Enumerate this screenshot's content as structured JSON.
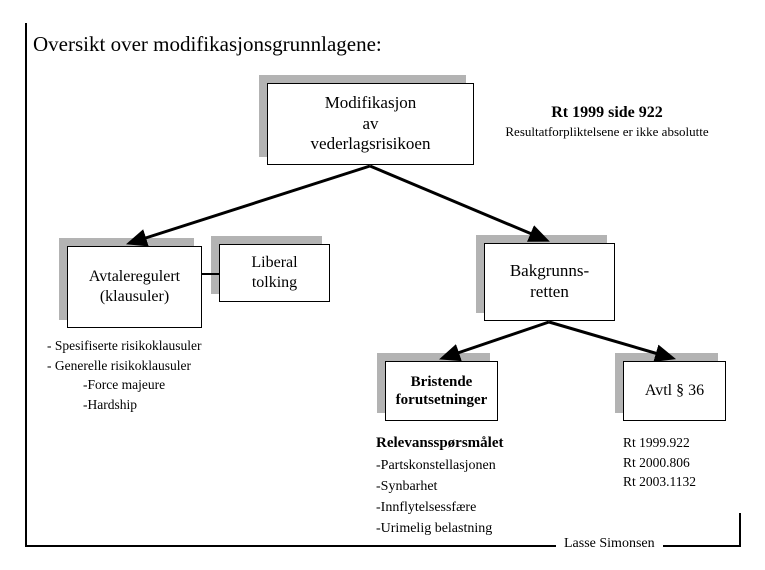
{
  "page": {
    "title": "Oversikt over modifikasjonsgrunnlagene:",
    "footer_signature": "Lasse Simonsen"
  },
  "colors": {
    "background": "#ffffff",
    "line": "#000000",
    "shadow": "#b3b3b3",
    "text": "#000000"
  },
  "nodes": {
    "modifikasjon": {
      "line1": "Modifikasjon",
      "line2": "av",
      "line3": "vederlagsrisikoen"
    },
    "avtaleregulert": {
      "line1": "Avtaleregulert",
      "line2": "(klausuler)"
    },
    "liberal": {
      "line1": "Liberal",
      "line2": "tolking"
    },
    "bakgrunnsretten": {
      "line1": "Bakgrunns-",
      "line2": "retten"
    },
    "bristende": {
      "line1": "Bristende",
      "line2": "forutsetninger"
    },
    "avtl36": {
      "line1": "Avtl § 36"
    }
  },
  "annotations": {
    "rt1999": {
      "heading": "Rt 1999 side 922",
      "subtext": "Resultatforpliktelsene er ikke absolutte"
    },
    "klausuler": {
      "item1": "- Spesifiserte risikoklausuler",
      "item2": "- Generelle risikoklausuler",
      "item3": "-Force majeure",
      "item4": "-Hardship"
    },
    "relevans": {
      "heading": "Relevansspørsmålet",
      "item1": "-Partskonstellasjonen",
      "item2": "-Synbarhet",
      "item3": "-Innflytelsessfære",
      "item4": "-Urimelig belastning"
    },
    "rtrefs": {
      "item1": "Rt 1999.922",
      "item2": "Rt 2000.806",
      "item3": "Rt 2003.1132"
    }
  }
}
